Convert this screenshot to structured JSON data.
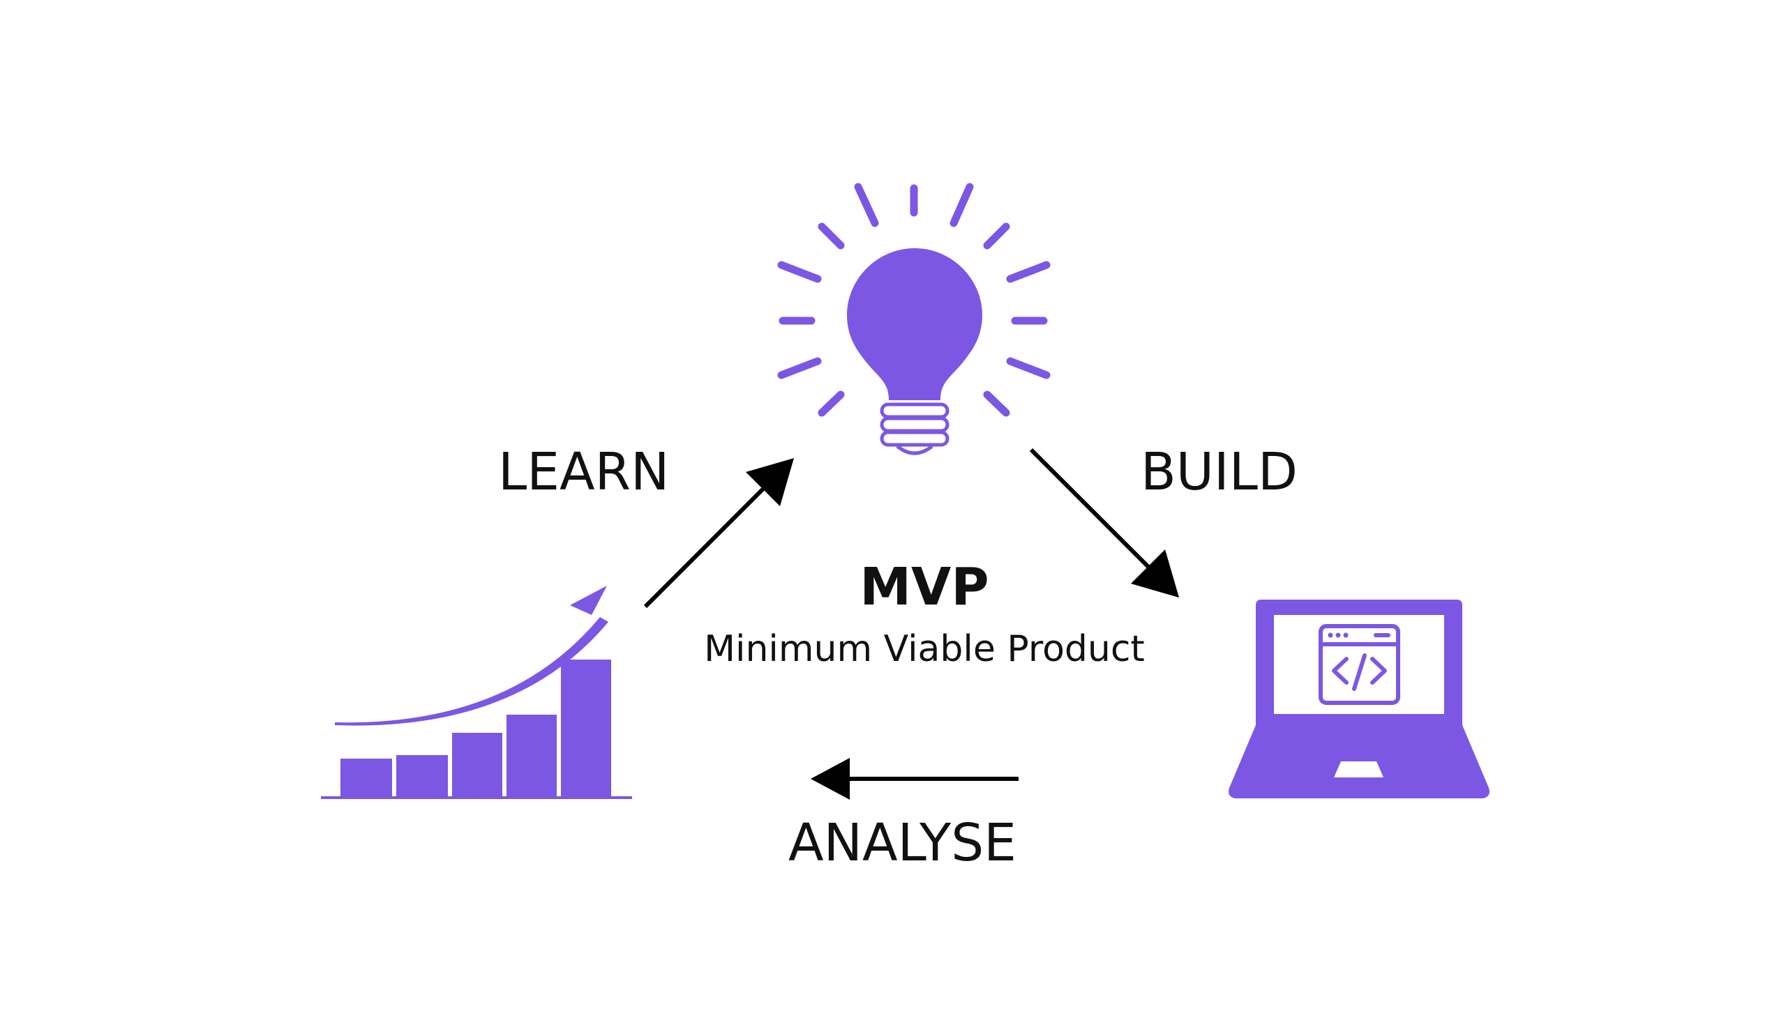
{
  "diagram": {
    "center": {
      "title": "MVP",
      "subtitle": "Minimum Viable Product"
    },
    "steps": {
      "learn": "LEARN",
      "build": "BUILD",
      "analyse": "ANALYSE"
    },
    "icons": {
      "top": "lightbulb-icon",
      "right": "laptop-code-icon",
      "left": "growth-chart-icon"
    },
    "colors": {
      "accent": "#7B57E4",
      "text": "#111111",
      "arrow": "#000000",
      "background": "#FFFFFF"
    }
  }
}
